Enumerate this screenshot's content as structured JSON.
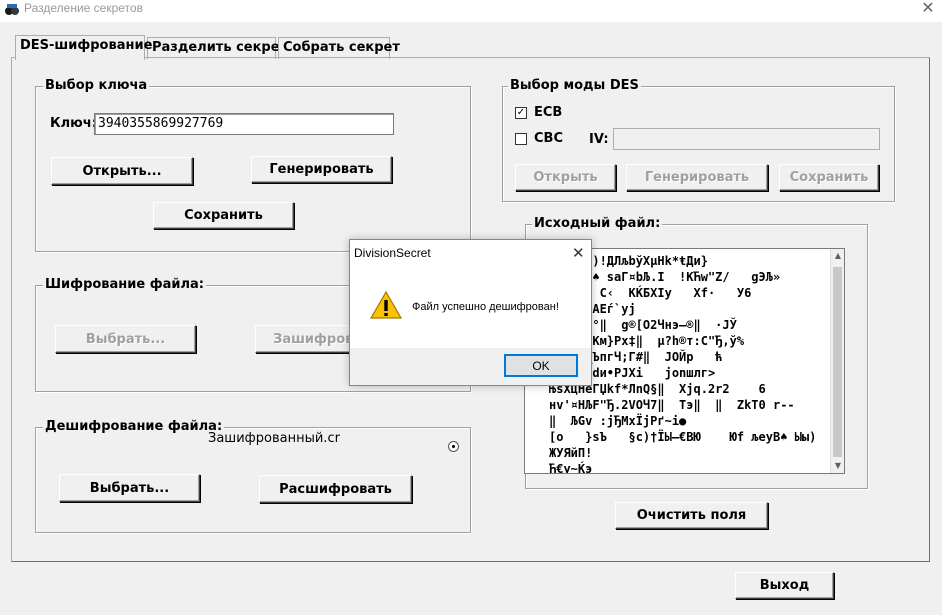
{
  "window": {
    "title": "Разделение секретов",
    "close_glyph": "✕"
  },
  "tabs": [
    {
      "label": "DES-шифрование",
      "active": true
    },
    {
      "label": "Разделить секрет",
      "active": false
    },
    {
      "label": "Собрать секрет",
      "active": false
    }
  ],
  "key_group": {
    "legend": "Выбор ключа",
    "key_label": "Ключ:",
    "key_value": "3940355869927769",
    "open_label": "Открыть...",
    "generate_label": "Генерировать",
    "save_label": "Сохранить"
  },
  "mode_group": {
    "legend": "Выбор моды DES",
    "ecb_label": "ECB",
    "ecb_checked": true,
    "cbc_label": "CBC",
    "cbc_checked": false,
    "iv_label": "IV:",
    "iv_value": "",
    "open_label": "Открыть",
    "generate_label": "Генерировать",
    "save_label": "Сохранить"
  },
  "encrypt_group": {
    "legend": "Шифрование файла:",
    "choose_label": "Выбрать...",
    "encrypt_label": "Зашифровать"
  },
  "decrypt_group": {
    "legend": "Дешифрование файла:",
    "file_name": "Зашифрованный.cr",
    "choose_label": "Выбрать...",
    "decrypt_label": "Расшифровать"
  },
  "source_group": {
    "legend": "Исходный файл:",
    "lines": [
      "ЃВ¦·‖ )!ДЛљbўXµНk*ŧДи}",
      "ЃБТЦЉf♠ saГ¤bЉ.I  !KЋw\"Z/   gЭЉ»",
      "ЏсR›,  C‹  KЌБXIy   Xf·   У6",
      "  .•†фАЕѓ`yj",
      "  /З·Ј°‖  g®[O2Чнэ–®‖  ·ЈЎ",
      "  М–Э\\Км}Px‡‖  µ?h®т:С\"Ђ,ў%",
      "  °зг_ЪпгЧ;Г#‖  JOЙр   ћ",
      "  ЃјАёdи•PJXi   jonшлг>",
      "ЊsXцНеГЏkf*ЛnQ§‖  Xjq.2r2    6",
      "нv'¤НЉF\"Ђ.2VОЧ7‖  Тэ‖  ‖  ZkT0 r--",
      "‖  ЉGv :jЂМxЇјРґ~і●",
      "[o   }sЪ   §c)†ЇЫ–€ВЮ    Юf љеуВ♠ Ыы)",
      "ЖУЯйП!",
      "Ћ€у~Ќэ"
    ],
    "clear_label": "Очистить поля"
  },
  "exit_label": "Выход",
  "dialog": {
    "title": "DivisionSecret",
    "message": "Файл успешно дешифрован!",
    "ok_label": "OK",
    "close_glyph": "✕"
  }
}
